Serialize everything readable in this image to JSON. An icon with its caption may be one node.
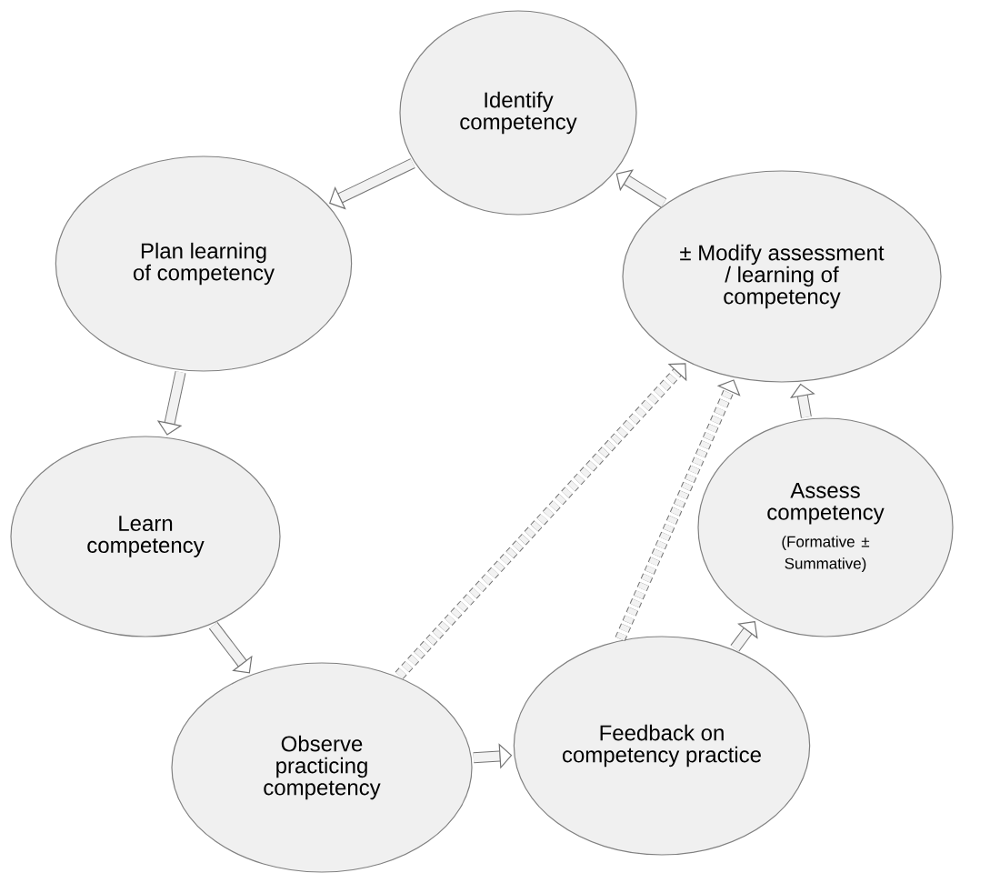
{
  "diagram": {
    "nodes": [
      {
        "text": [
          "Identify competency"
        ]
      },
      {
        "text": [
          "Plan learning of competency"
        ]
      },
      {
        "text": [
          "± Modify assessment / learning of competency"
        ]
      },
      {
        "text": [
          "Learn competency"
        ]
      },
      {
        "text": [
          "Assess competency",
          "(Formative ± Summative)"
        ]
      },
      {
        "text": [
          "Observe practicing competency"
        ]
      },
      {
        "text": [
          "Feedback on competency practice"
        ]
      }
    ],
    "edges": [
      {
        "from": 0,
        "to": 1,
        "arrow": "to"
      },
      {
        "from": 1,
        "to": 3,
        "arrow": "to"
      },
      {
        "from": 3,
        "to": 5,
        "arrow": "to"
      },
      {
        "from": 5,
        "to": 6,
        "arrow": "to"
      },
      {
        "from": 6,
        "to": 4,
        "arrow": "to"
      },
      {
        "from": 4,
        "to": 2,
        "arrow": "to"
      },
      {
        "from": 2,
        "to": 0,
        "arrow": "to"
      },
      {
        "from": 5,
        "to": 2,
        "arrow": "to",
        "style": "dashed"
      },
      {
        "from": 6,
        "to": 2,
        "arrow": "to",
        "style": "dashed"
      }
    ]
  }
}
